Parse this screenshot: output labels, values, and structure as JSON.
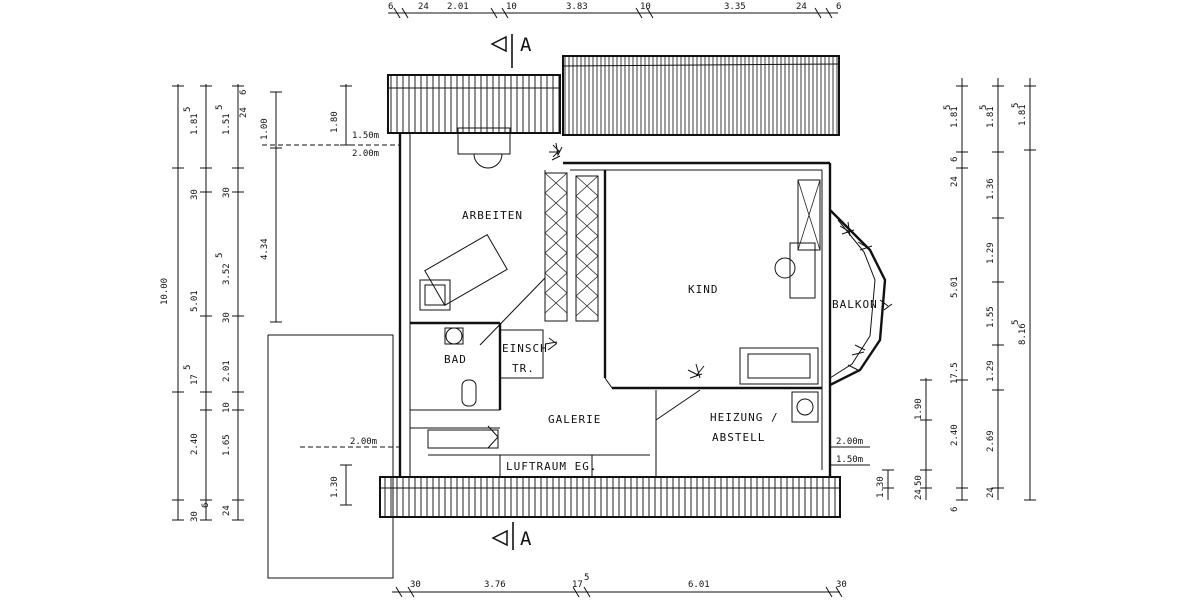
{
  "rooms": {
    "arbeiten": "ARBEITEN",
    "kind": "KIND",
    "bad": "BAD",
    "einsch_1": "EINSCH",
    "einsch_2": "TR.",
    "galerie": "GALERIE",
    "heizung_1": "HEIZUNG /",
    "heizung_2": "ABSTELL",
    "balkon": "BALKON",
    "luftraum": "LUFTRAUM EG."
  },
  "section_marks": {
    "top": "A",
    "bottom": "A"
  },
  "dims_top": [
    "6",
    "24",
    "2.01",
    "10",
    "3.83",
    "10",
    "3.35",
    "24",
    "6"
  ],
  "dims_bottom": [
    "30",
    "3.76",
    "17",
    "5",
    "6.01",
    "30"
  ],
  "dims_left": {
    "total": "10.00",
    "outer": [
      "1.81",
      "5",
      "30",
      "5.01",
      "17",
      "5",
      "2.40",
      "30",
      "6"
    ],
    "mid": [
      "1.51",
      "5",
      "30",
      "3.52",
      "5",
      "30",
      "2.01",
      "10",
      "1.65",
      "24"
    ],
    "top_small": [
      "24",
      "6"
    ],
    "inner": [
      "1.00",
      "4.34"
    ],
    "wall": "1.80",
    "low": "1.30"
  },
  "dims_right": {
    "a": [
      "1.81",
      "5",
      "6",
      "24",
      "5.01",
      "17.5",
      "1.30",
      "6"
    ],
    "b": [
      "1.81",
      "5",
      "1.36",
      "1.29",
      "1.55",
      "1.29",
      "2.69",
      "24"
    ],
    "c": [
      "1.81",
      "5",
      "8.16",
      "5"
    ],
    "d": [
      "1.90",
      "2.40",
      "50",
      "24"
    ]
  },
  "heights": {
    "left_150": "1.50m",
    "left_200": "2.00m",
    "left_low": "2.00m",
    "right_200": "2.00m",
    "right_150": "1.50m"
  }
}
